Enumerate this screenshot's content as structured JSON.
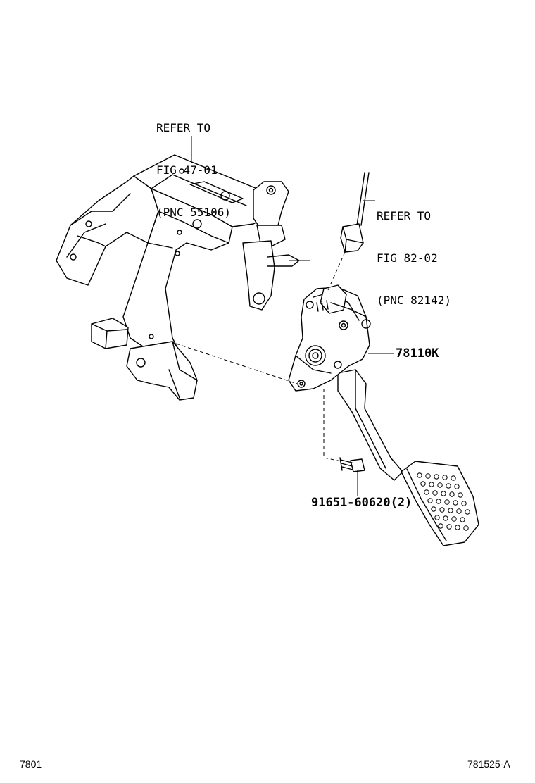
{
  "callouts": {
    "pedal_bracket": {
      "line1": "REFER TO",
      "line2": "FIG 47-01",
      "line3": "(PNC 55106)"
    },
    "connector": {
      "line1": "REFER TO",
      "line2": "FIG 82-02",
      "line3": "(PNC 82142)"
    }
  },
  "part_numbers": {
    "pedal_assembly": "78110K",
    "bolt": "91651-60620(2)"
  },
  "footer": {
    "figure_code": "7801",
    "illustration_id": "781525-A"
  }
}
